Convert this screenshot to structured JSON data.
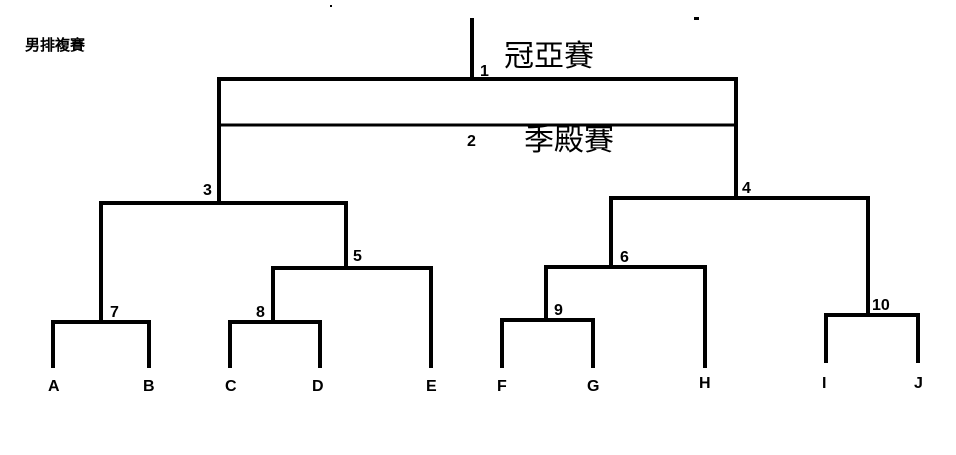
{
  "title": "男排複賽",
  "labels": {
    "final": "冠亞賽",
    "third_place": "季殿賽"
  },
  "matches": [
    "1",
    "2",
    "3",
    "4",
    "5",
    "6",
    "7",
    "8",
    "9",
    "10"
  ],
  "teams": [
    "A",
    "B",
    "C",
    "D",
    "E",
    "F",
    "G",
    "H",
    "I",
    "J"
  ]
}
